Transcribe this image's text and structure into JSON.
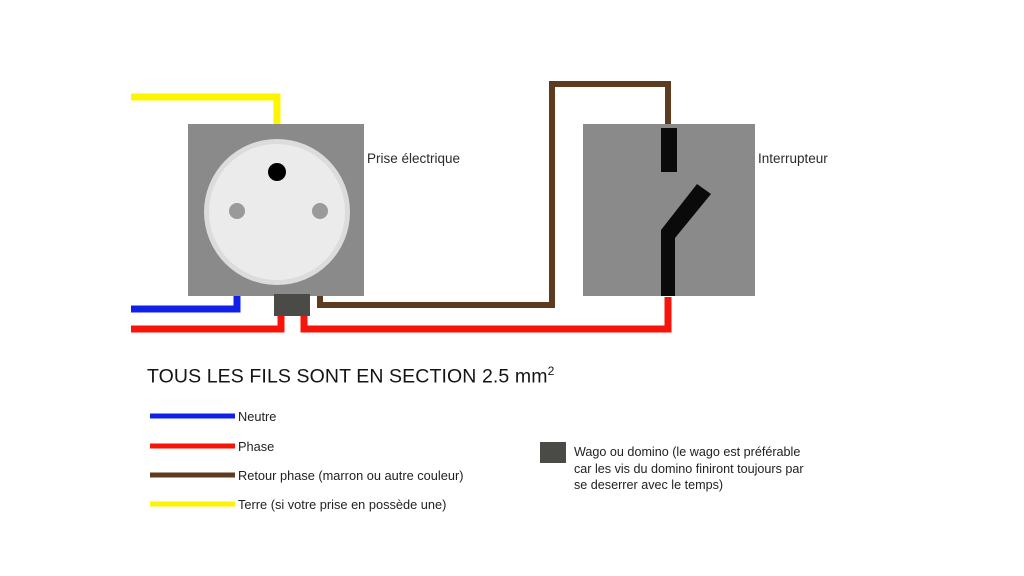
{
  "diagram": {
    "title_text": "TOUS LES FILS SONT EN SECTION 2.5 mm",
    "title_superscript": "2",
    "devices": [
      {
        "id": "socket",
        "label": "Prise électrique"
      },
      {
        "id": "switch",
        "label": "Interrupteur"
      }
    ],
    "labels": {
      "socket": "Prise électrique",
      "switch": "Interrupteur"
    }
  },
  "legend": {
    "items": [
      {
        "label": "Neutre",
        "color": "#1020e8"
      },
      {
        "label": "Phase",
        "color": "#f81408"
      },
      {
        "label": "Retour phase (marron ou autre couleur)",
        "color": "#5e3a1e"
      },
      {
        "label": "Terre (si votre prise en possède une)",
        "color": "#fdf500"
      }
    ]
  },
  "note": {
    "swatch_color": "#4a4a47",
    "text": "Wago ou domino (le wago est préférable car les vis du domino finiront toujours par se deserrer avec le temps)"
  },
  "colors": {
    "neutre": "#1020e8",
    "phase": "#f81408",
    "retour_phase": "#5e3a1e",
    "terre": "#fdf500",
    "device_body": "#8a8a8a",
    "socket_face": "#ebebeb",
    "socket_face_rim": "#dcdcdc",
    "socket_pin": "#9a9a9a",
    "earth_pin": "#000000",
    "switch_contact": "#0a0a0a",
    "wago": "#4a4a47",
    "background": "#ffffff"
  },
  "wires": {
    "terre": "Terre (si votre prise en possède une)",
    "neutre": "Neutre",
    "phase": "Phase",
    "retour_phase": "Retour phase (marron ou autre couleur)"
  }
}
